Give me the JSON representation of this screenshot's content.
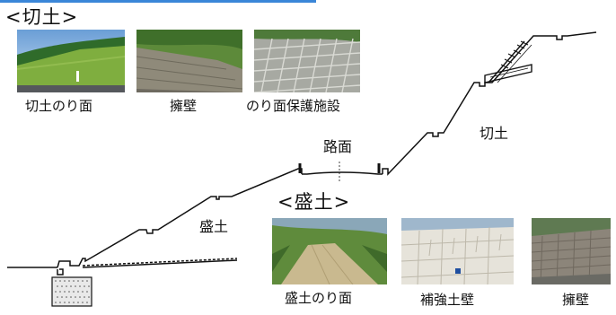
{
  "cut_section": {
    "header": "<切土>",
    "photos": [
      {
        "caption": "切土のり面"
      },
      {
        "caption": "擁壁"
      },
      {
        "caption": "のり面保護施設"
      }
    ]
  },
  "fill_section": {
    "header": "<盛土>",
    "photos": [
      {
        "caption": "盛土のり面"
      },
      {
        "caption": "補強土壁"
      },
      {
        "caption": "擁壁"
      }
    ]
  },
  "profile_labels": {
    "road_surface": "路面",
    "cut": "切土",
    "fill": "盛土"
  },
  "colors": {
    "accent_rule": "#3a86d8",
    "line": "#111111"
  }
}
